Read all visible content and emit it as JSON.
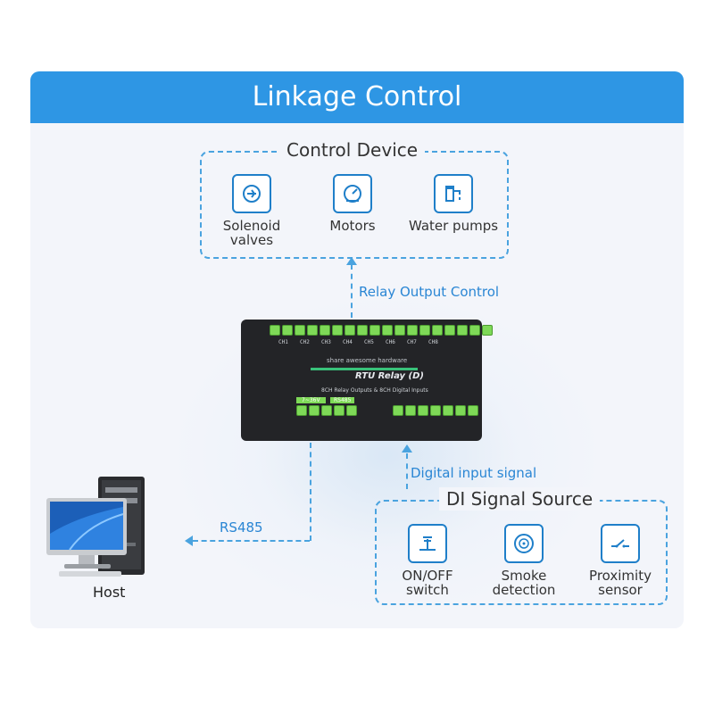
{
  "title": "Linkage Control",
  "control_device": {
    "title": "Control Device",
    "items": [
      {
        "label": "Solenoid\nvalves",
        "icon": "solenoid-valve-icon"
      },
      {
        "label": "Motors",
        "icon": "motor-icon"
      },
      {
        "label": "Water pumps",
        "icon": "water-pump-icon"
      }
    ]
  },
  "di_source": {
    "title": "DI Signal Source",
    "items": [
      {
        "label": "ON/OFF\nswitch",
        "icon": "switch-icon"
      },
      {
        "label": "Smoke\ndetection",
        "icon": "smoke-detector-icon"
      },
      {
        "label": "Proximity\nsensor",
        "icon": "proximity-sensor-icon"
      }
    ]
  },
  "links": {
    "relay_output": "Relay Output Control",
    "digital_input": "Digital input signal",
    "rs485": "RS485"
  },
  "host": {
    "label": "Host"
  },
  "device": {
    "model": "RTU Relay (D)",
    "tagline": "share awesome hardware",
    "subtitle": "8CH Relay Outputs & 8CH Digital Inputs",
    "power_label": "7~36V",
    "rs485_label": "RS485",
    "channels": [
      "CH1",
      "CH2",
      "CH3",
      "CH4",
      "CH5",
      "CH6",
      "CH7",
      "CH8"
    ]
  },
  "colors": {
    "banner": "#2e96e4",
    "dashed": "#4aa3df",
    "icon_stroke": "#1f7fc9",
    "label_blue": "#2a86d4",
    "terminal_green": "#7ed957",
    "device_body": "#232427"
  }
}
